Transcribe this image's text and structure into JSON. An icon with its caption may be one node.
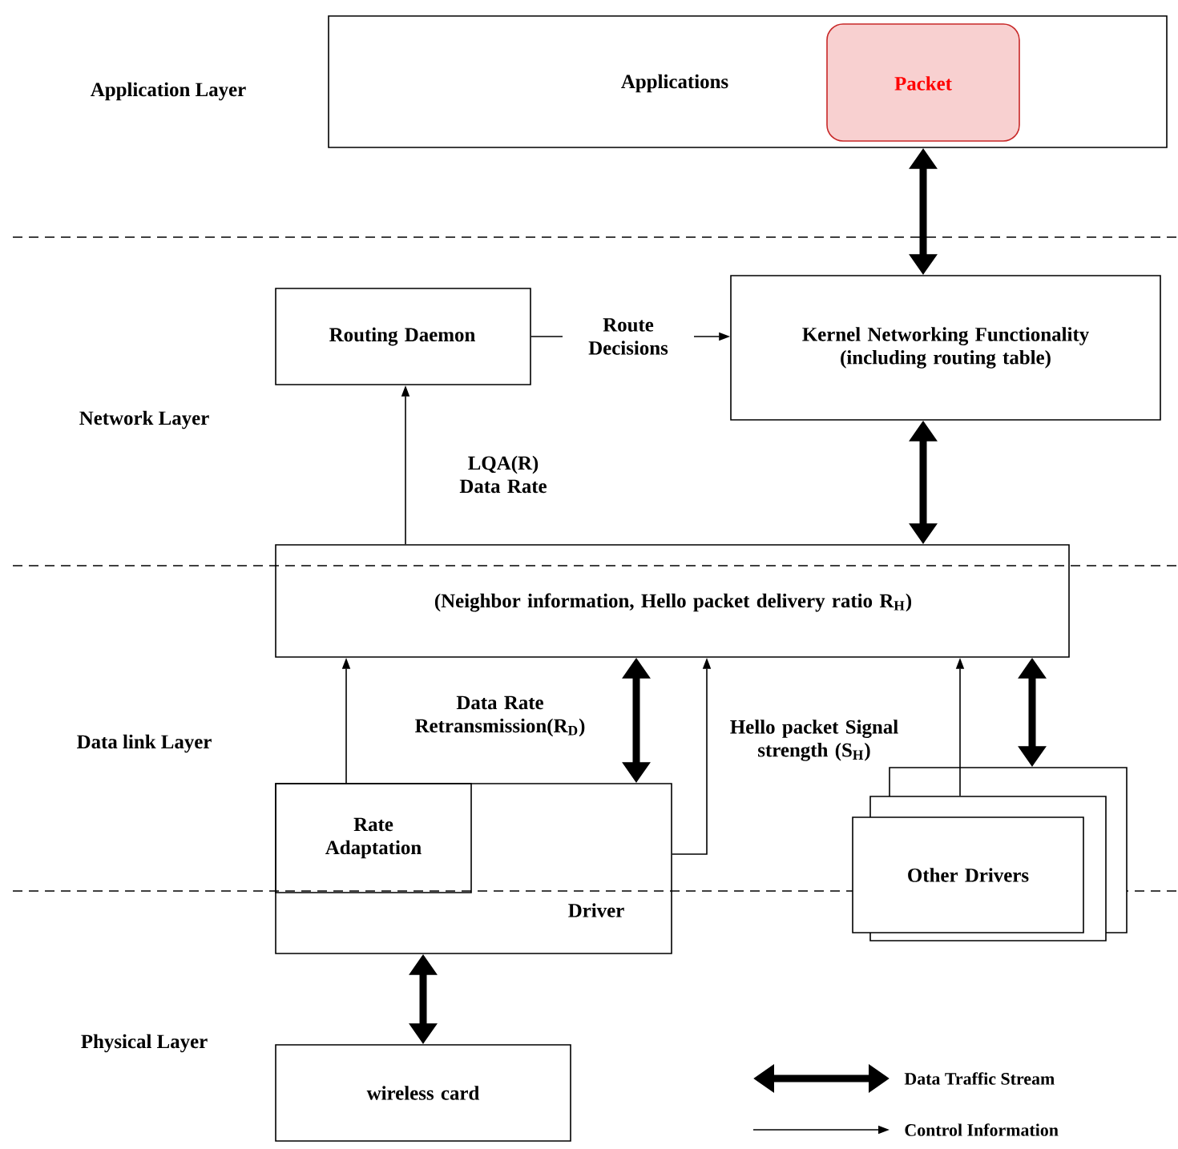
{
  "diagram": {
    "nodes": [
      {
        "text": [
          "Applications"
        ]
      },
      {
        "text": [
          "Packet"
        ],
        "in": 0
      },
      {
        "text": [
          "Routing Daemon"
        ]
      },
      {
        "text": [
          "Kernel Networking Functionality (including routing table)"
        ]
      },
      {
        "text": [
          "(Neighbor information, Hello packet delivery ratio R$_{H}$)"
        ]
      },
      {
        "text": [
          "Driver"
        ]
      },
      {
        "text": [
          "Rate Adaptation"
        ],
        "in": 5
      },
      {
        "text": [
          "Other Drivers"
        ]
      },
      {
        "text": [
          "wireless card"
        ]
      }
    ],
    "edges": [
      {
        "from": 1,
        "to": 3,
        "arrow": "both",
        "style": "thick"
      },
      {
        "from": 2,
        "to": 3,
        "arrow": "to",
        "label": "Route Decisions"
      },
      {
        "from": 4,
        "to": 2,
        "arrow": "to",
        "label": "LQA(R) Data Rate"
      },
      {
        "from": 3,
        "to": 4,
        "arrow": "both",
        "style": "thick"
      },
      {
        "from": 6,
        "to": 4,
        "arrow": "to"
      },
      {
        "from": 4,
        "to": 5,
        "arrow": "both",
        "style": "thick",
        "label": "Data Rate Retransmission(R$_{D}$)"
      },
      {
        "from": 5,
        "to": 4,
        "arrow": "to",
        "label": "Hello packet Signal strength (S$_{H}$)"
      },
      {
        "from": 7,
        "to": 4,
        "arrow": "to"
      },
      {
        "from": 4,
        "to": 7,
        "arrow": "both",
        "style": "thick"
      },
      {
        "from": 5,
        "to": 8,
        "arrow": "both",
        "style": "thick"
      }
    ],
    "labels": [
      "Application Layer",
      "Network Layer",
      "Data link Layer",
      "Physical Layer"
    ],
    "legend": [
      {
        "text": "Data Traffic Stream"
      },
      {
        "text": "Control Information"
      }
    ]
  }
}
